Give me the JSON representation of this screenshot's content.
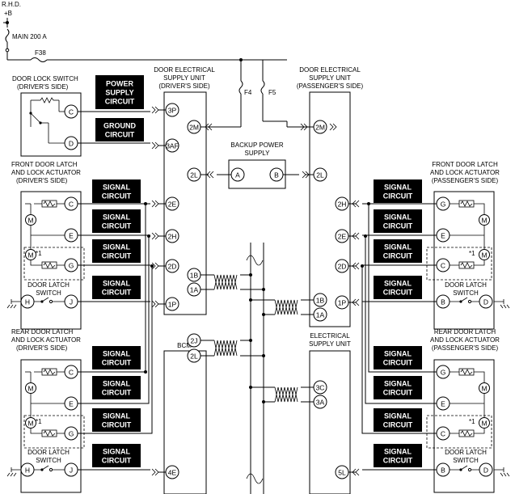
{
  "header": {
    "rhd": "R.H.D.",
    "battery": "+B",
    "main_fuse": "MAIN 200 A",
    "f38": "F38",
    "f4": "F4",
    "f5": "F5"
  },
  "blocks": {
    "power_supply": [
      "POWER",
      "SUPPLY",
      "CIRCUIT"
    ],
    "ground": [
      "GROUND",
      "CIRCUIT"
    ],
    "signal": [
      "SIGNAL",
      "CIRCUIT"
    ]
  },
  "components": {
    "door_lock_switch": [
      "DOOR LOCK SWITCH",
      "(DRIVER'S SIDE)"
    ],
    "front_latch_driver": [
      "FRONT DOOR LATCH",
      "AND LOCK ACTUATOR",
      "(DRIVER'S SIDE)"
    ],
    "front_latch_passenger": [
      "FRONT DOOR LATCH",
      "AND LOCK ACTUATOR",
      "(PASSENGER'S SIDE)"
    ],
    "rear_latch_driver": [
      "REAR DOOR LATCH",
      "AND LOCK ACTUATOR",
      "(DRIVER'S SIDE)"
    ],
    "rear_latch_passenger": [
      "REAR DOOR LATCH",
      "AND LOCK ACTUATOR",
      "(PASSENGER'S SIDE)"
    ],
    "desu_driver": [
      "DOOR ELECTRICAL",
      "SUPPLY UNIT",
      "(DRIVER'S SIDE)"
    ],
    "desu_passenger": [
      "DOOR ELECTRICAL",
      "SUPPLY UNIT",
      "(PASSENGER'S SIDE)"
    ],
    "backup_power": [
      "BACKUP POWER",
      "SUPPLY"
    ],
    "bcm": [
      "BCM"
    ],
    "esu": [
      "ELECTRICAL",
      "SUPPLY UNIT"
    ],
    "door_latch_switch": "DOOR LATCH SWITCH",
    "door_latch": "DOOR LATCH",
    "switch_word": "SWITCH"
  },
  "pins": {
    "desu_driver": [
      "3P",
      "3AF",
      "2M",
      "2L",
      "2E",
      "2H",
      "2D",
      "1B",
      "1A",
      "1P"
    ],
    "desu_passenger": [
      "2M",
      "2L",
      "2H",
      "2E",
      "2D",
      "1B",
      "1A",
      "1P"
    ],
    "bcm": [
      "2J",
      "2L",
      "4E"
    ],
    "esu": [
      "3C",
      "3A",
      "5L"
    ],
    "backup": [
      "A",
      "B"
    ],
    "lock_switch": [
      "C",
      "D"
    ],
    "latch": [
      "C",
      "E",
      "G",
      "H",
      "J"
    ],
    "latch_passenger": [
      "G",
      "E",
      "C",
      "B",
      "D"
    ]
  },
  "marks": {
    "star1": "*1",
    "motor": "M"
  }
}
